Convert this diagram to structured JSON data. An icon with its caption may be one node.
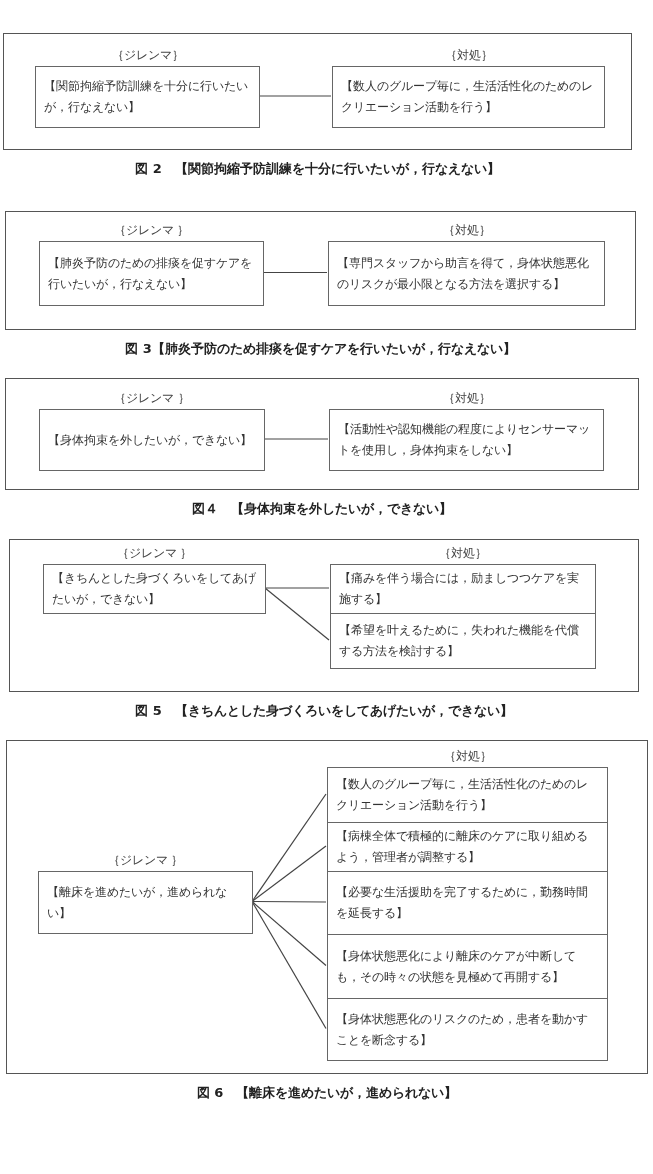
{
  "diagram": {
    "nodes": [
      {
        "text": [],
        "shape": "box",
        "beside": [
          "図 2　【関節拘縮予防訓練を十分に行いたいが，行なえない】"
        ]
      },
      {
        "text": [
          "｛ジレンマ｝",
          "【関節拘縮予防訓練を十分に行いたいが，行なえない】"
        ],
        "in": 0
      },
      {
        "text": [
          "｛対処｝",
          "【数人のグループ毎に，生活活性化のためのレクリエーション活動を行う】"
        ],
        "in": 0
      },
      {
        "text": [],
        "shape": "box",
        "beside": [
          "図 3【肺炎予防のため排痰を促すケアを行いたいが，行なえない】"
        ]
      },
      {
        "text": [
          "｛ジレンマ ｝",
          "【肺炎予防のための排痰を促すケアを行いたいが，行なえない】"
        ],
        "in": 3
      },
      {
        "text": [
          "｛対処｝",
          "【専門スタッフから助言を得て，身体状態悪化のリスクが最小限となる方法を選択する】"
        ],
        "in": 3
      },
      {
        "text": [],
        "shape": "box",
        "beside": [
          "図４　【身体拘束を外したいが，できない】"
        ]
      },
      {
        "text": [
          "｛ジレンマ ｝",
          "【身体拘束を外したいが，できない】"
        ],
        "in": 6
      },
      {
        "text": [
          "｛対処｝",
          "【活動性や認知機能の程度によりセンサーマットを使用し，身体拘束をしない】"
        ],
        "in": 6
      },
      {
        "text": [],
        "shape": "box",
        "beside": [
          "図 5　【きちんとした身づくろいをしてあげたいが，できない】"
        ]
      },
      {
        "text": [
          "｛ジレンマ ｝",
          "【きちんとした身づくろいをしてあげたいが，できない】"
        ],
        "in": 9
      },
      {
        "text": [
          "｛対処｝",
          "【痛みを伴う場合には，励ましつつケアを実施する】"
        ],
        "in": 9
      },
      {
        "text": [
          "【希望を叶えるために，失われた機能を代償する方法を検討する】"
        ],
        "in": 9
      },
      {
        "text": [],
        "shape": "box",
        "beside": [
          "図 6　【離床を進めたいが，進められない】"
        ]
      },
      {
        "text": [
          "｛ジレンマ ｝",
          "【離床を進めたいが，進められない】"
        ],
        "in": 13
      },
      {
        "text": [
          "｛対処｝",
          "【数人のグループ毎に，生活活性化のためのレクリエーション活動を行う】"
        ],
        "in": 13
      },
      {
        "text": [
          "【病棟全体で積極的に離床のケアに取り組めるよう，管理者が調整する】"
        ],
        "in": 13
      },
      {
        "text": [
          "【必要な生活援助を完了するために，勤務時間を延長する】"
        ],
        "in": 13
      },
      {
        "text": [
          "【身体状態悪化により離床のケアが中断しても，その時々の状態を見極めて再開する】"
        ],
        "in": 13
      },
      {
        "text": [
          "【身体状態悪化のリスクのため，患者を動かすことを断念する】"
        ],
        "in": 13
      }
    ],
    "edges": [
      {
        "from": 1,
        "to": 2,
        "arrow": "none"
      },
      {
        "from": 4,
        "to": 5,
        "arrow": "none"
      },
      {
        "from": 7,
        "to": 8,
        "arrow": "none"
      },
      {
        "from": 10,
        "to": 11,
        "arrow": "none"
      },
      {
        "from": 10,
        "to": 12,
        "arrow": "none"
      },
      {
        "from": 14,
        "to": 15,
        "arrow": "none"
      },
      {
        "from": 14,
        "to": 16,
        "arrow": "none"
      },
      {
        "from": 14,
        "to": 17,
        "arrow": "none"
      },
      {
        "from": 14,
        "to": 18,
        "arrow": "none"
      },
      {
        "from": 14,
        "to": 19,
        "arrow": "none"
      }
    ]
  }
}
